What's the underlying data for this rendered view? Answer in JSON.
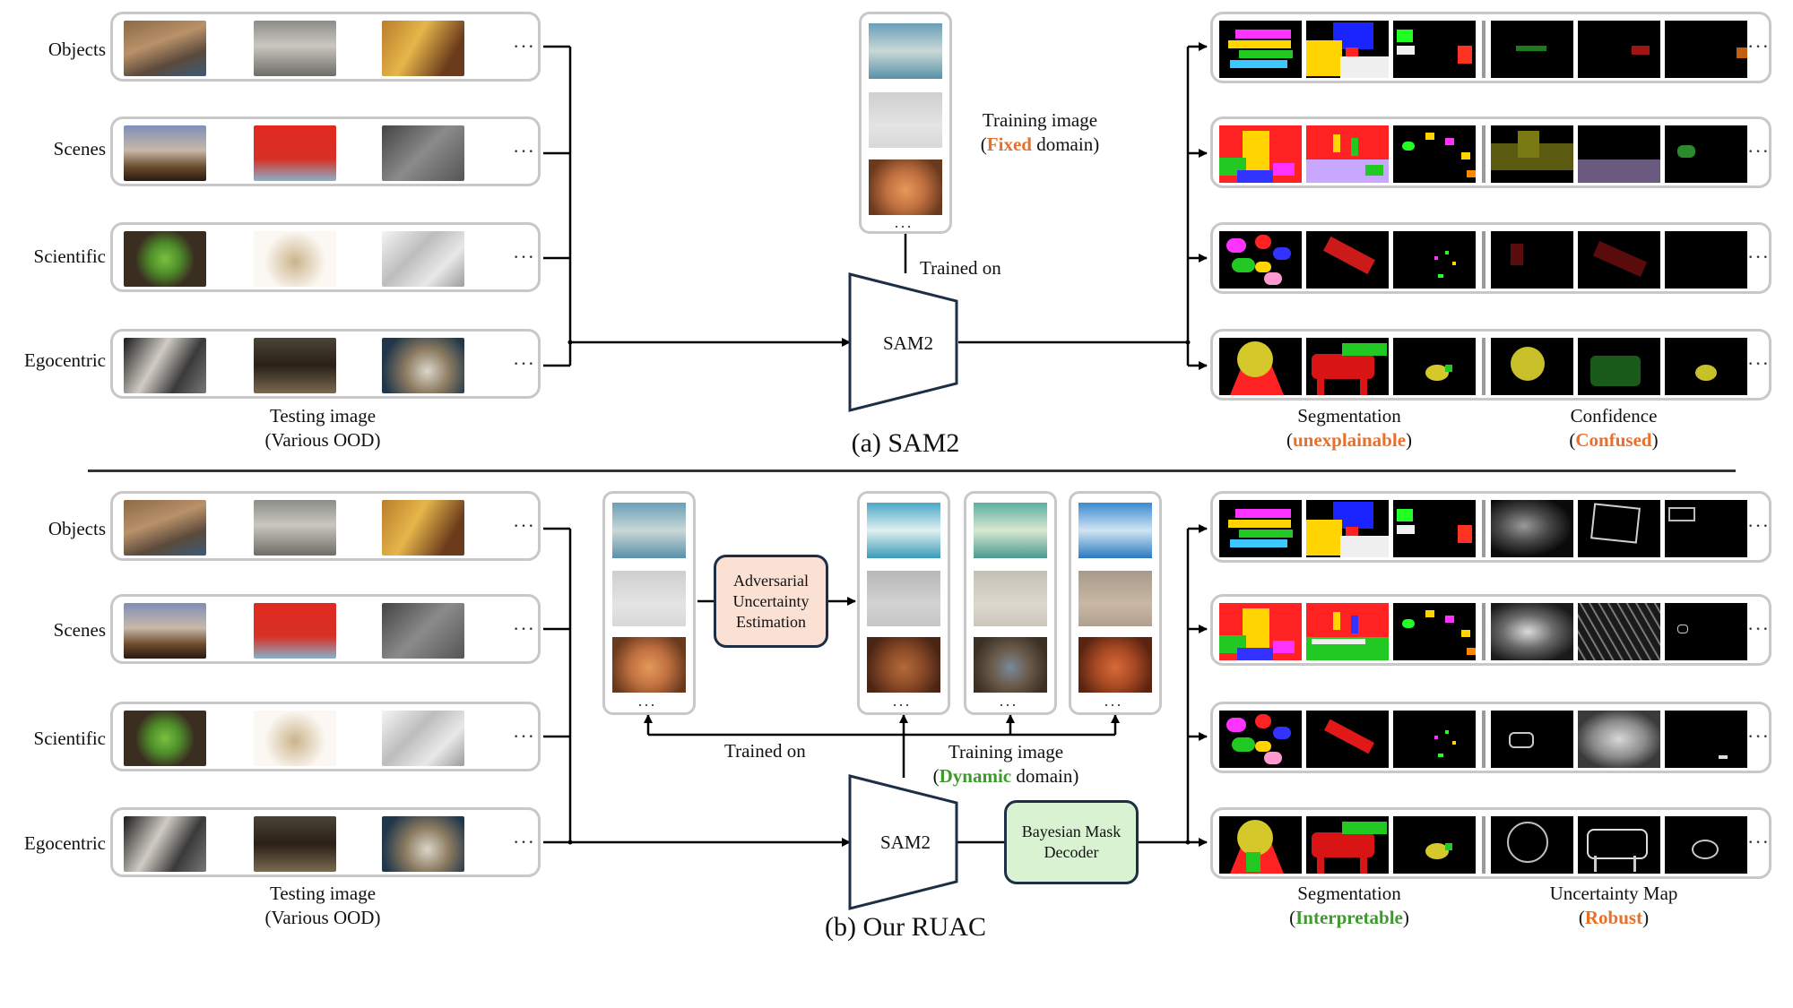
{
  "rows": {
    "objects": "Objects",
    "scenes": "Scenes",
    "scientific": "Scientific",
    "egocentric": "Egocentric"
  },
  "ellipsis": "···",
  "testing": {
    "line1": "Testing image",
    "line2": "(Various OOD)"
  },
  "part_a": {
    "title": "(a) SAM2",
    "training_image": "Training image",
    "open_paren": "(",
    "fixed": "Fixed",
    "domain_close": " domain)",
    "trained_on": "Trained on",
    "model": "SAM2",
    "segmentation": "Segmentation",
    "unexplainable": "unexplainable",
    "confidence": "Confidence",
    "confused": "Confused"
  },
  "part_b": {
    "title": "(b) Our RUAC",
    "adversarial": "Adversarial Uncertainty Estimation",
    "trained_on": "Trained on",
    "training_image": "Training image",
    "dynamic": "Dynamic",
    "domain_close": " domain)",
    "model": "SAM2",
    "bayesian": "Bayesian Mask Decoder",
    "segmentation": "Segmentation",
    "interpretable": "Interpretable",
    "uncertainty_map": "Uncertainty Map",
    "robust": "Robust"
  },
  "colors": {
    "orange_accent": "#e8702a",
    "green_accent": "#3e9a2e",
    "adversarial_fill": "#fbe0d4",
    "bayesian_fill": "#d9f2d2",
    "dark_stroke": "#1c2f45"
  }
}
